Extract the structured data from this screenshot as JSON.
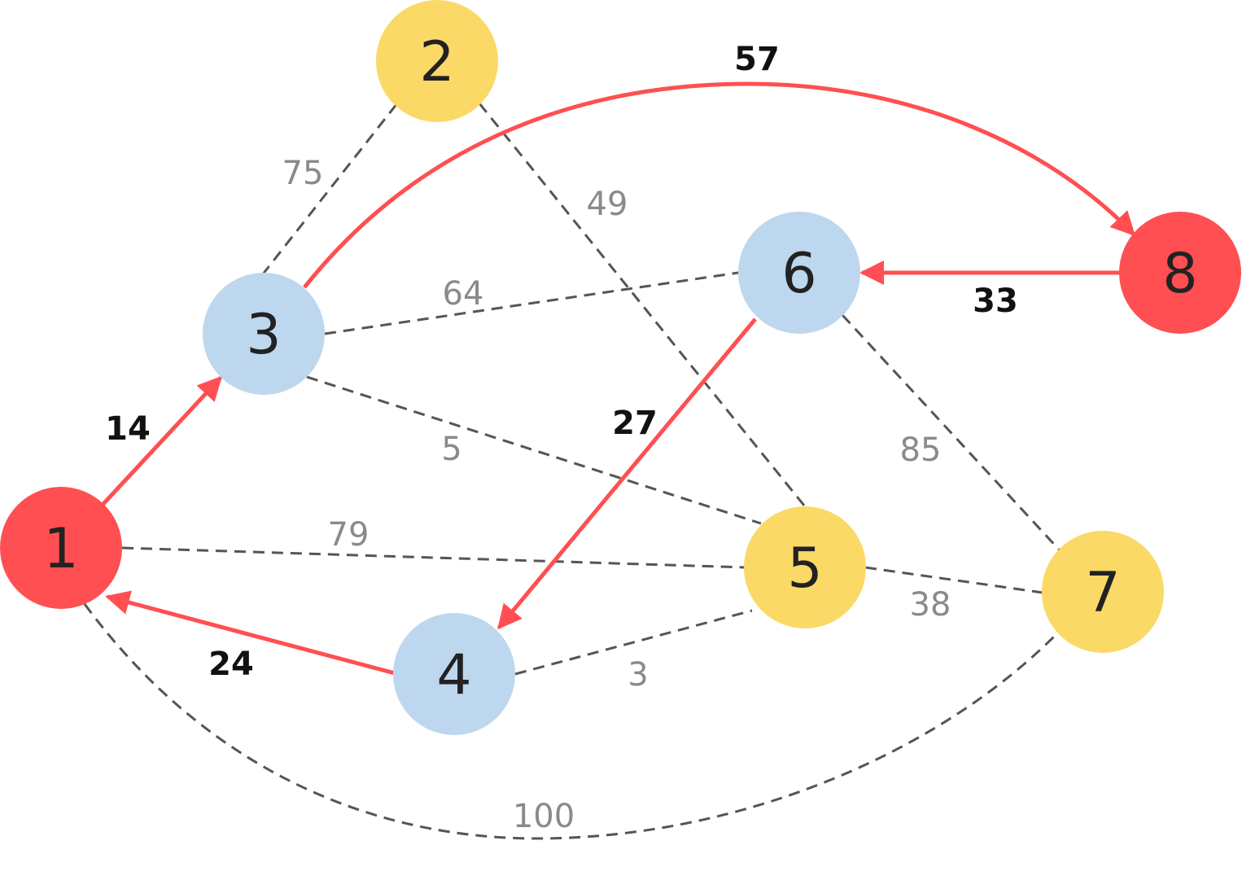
{
  "colors": {
    "red": "#ff4f52",
    "yellow": "#fbd966",
    "blue": "#bdd7ee",
    "dashed_edge": "#555555",
    "dashed_weight_text": "#8a8a8a",
    "active_weight_text": "#111111"
  },
  "nodes": [
    {
      "id": "1",
      "label": "1",
      "color": "red"
    },
    {
      "id": "2",
      "label": "2",
      "color": "yellow"
    },
    {
      "id": "3",
      "label": "3",
      "color": "blue"
    },
    {
      "id": "4",
      "label": "4",
      "color": "blue"
    },
    {
      "id": "5",
      "label": "5",
      "color": "yellow"
    },
    {
      "id": "6",
      "label": "6",
      "color": "blue"
    },
    {
      "id": "7",
      "label": "7",
      "color": "yellow"
    },
    {
      "id": "8",
      "label": "8",
      "color": "red"
    }
  ],
  "edges": [
    {
      "from": "3",
      "to": "2",
      "weight": "75",
      "style": "dashed"
    },
    {
      "from": "2",
      "to": "5",
      "weight": "49",
      "style": "dashed"
    },
    {
      "from": "3",
      "to": "6",
      "weight": "64",
      "style": "dashed"
    },
    {
      "from": "3",
      "to": "5",
      "weight": "5",
      "style": "dashed"
    },
    {
      "from": "1",
      "to": "5",
      "weight": "79",
      "style": "dashed"
    },
    {
      "from": "5",
      "to": "7",
      "weight": "38",
      "style": "dashed"
    },
    {
      "from": "4",
      "to": "5",
      "weight": "3",
      "style": "dashed"
    },
    {
      "from": "6",
      "to": "7",
      "weight": "85",
      "style": "dashed"
    },
    {
      "from": "1",
      "to": "7",
      "weight": "100",
      "style": "dashed"
    },
    {
      "from": "1",
      "to": "3",
      "weight": "14",
      "style": "active"
    },
    {
      "from": "3",
      "to": "8",
      "weight": "57",
      "style": "active"
    },
    {
      "from": "8",
      "to": "6",
      "weight": "33",
      "style": "active"
    },
    {
      "from": "6",
      "to": "4",
      "weight": "27",
      "style": "active"
    },
    {
      "from": "4",
      "to": "1",
      "weight": "24",
      "style": "active"
    }
  ]
}
